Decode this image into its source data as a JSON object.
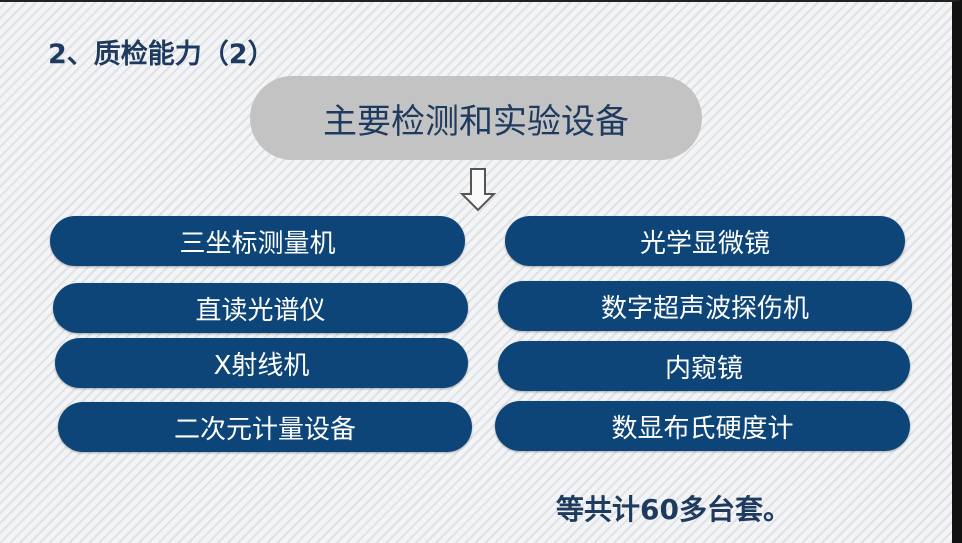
{
  "title": "2、质检能力（2）",
  "header": "主要检测和实验设备",
  "left_items": [
    "三坐标测量机",
    "直读光谱仪",
    "X射线机",
    "二次元计量设备"
  ],
  "right_items": [
    "光学显微镜",
    "数字超声波探伤机",
    "内窥镜",
    "数显布氏硬度计"
  ],
  "footer": "等共计60多台套。",
  "colors": {
    "pill": "#0e4579",
    "title": "#1e3a5f",
    "header_bg": "#c3c3c3"
  }
}
